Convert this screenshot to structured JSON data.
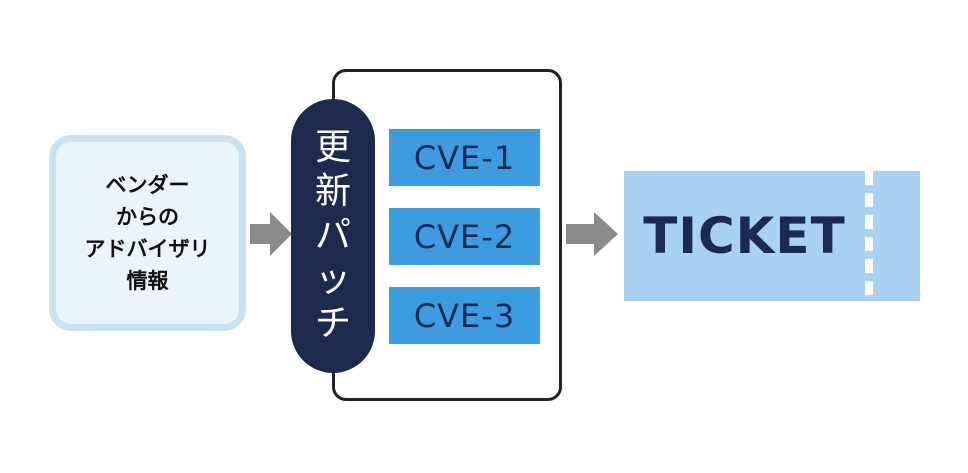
{
  "advisory": {
    "lines": [
      "ベンダー",
      "からの",
      "アドバイザリ",
      "情報"
    ]
  },
  "patch": {
    "chars": [
      "更",
      "新",
      "パ",
      "ッ",
      "チ"
    ]
  },
  "cves": [
    "CVE-1",
    "CVE-2",
    "CVE-3"
  ],
  "ticket": {
    "label": "TICKET"
  },
  "colors": {
    "advisory_fill": "#eaf4fb",
    "advisory_border": "#c9e2f2",
    "patch_pill": "#1c2a4f",
    "cve_fill": "#3d9ce0",
    "ticket_fill": "#a9d1f2",
    "arrow": "#8a8a8a",
    "text_dark": "#1c2a4f"
  }
}
